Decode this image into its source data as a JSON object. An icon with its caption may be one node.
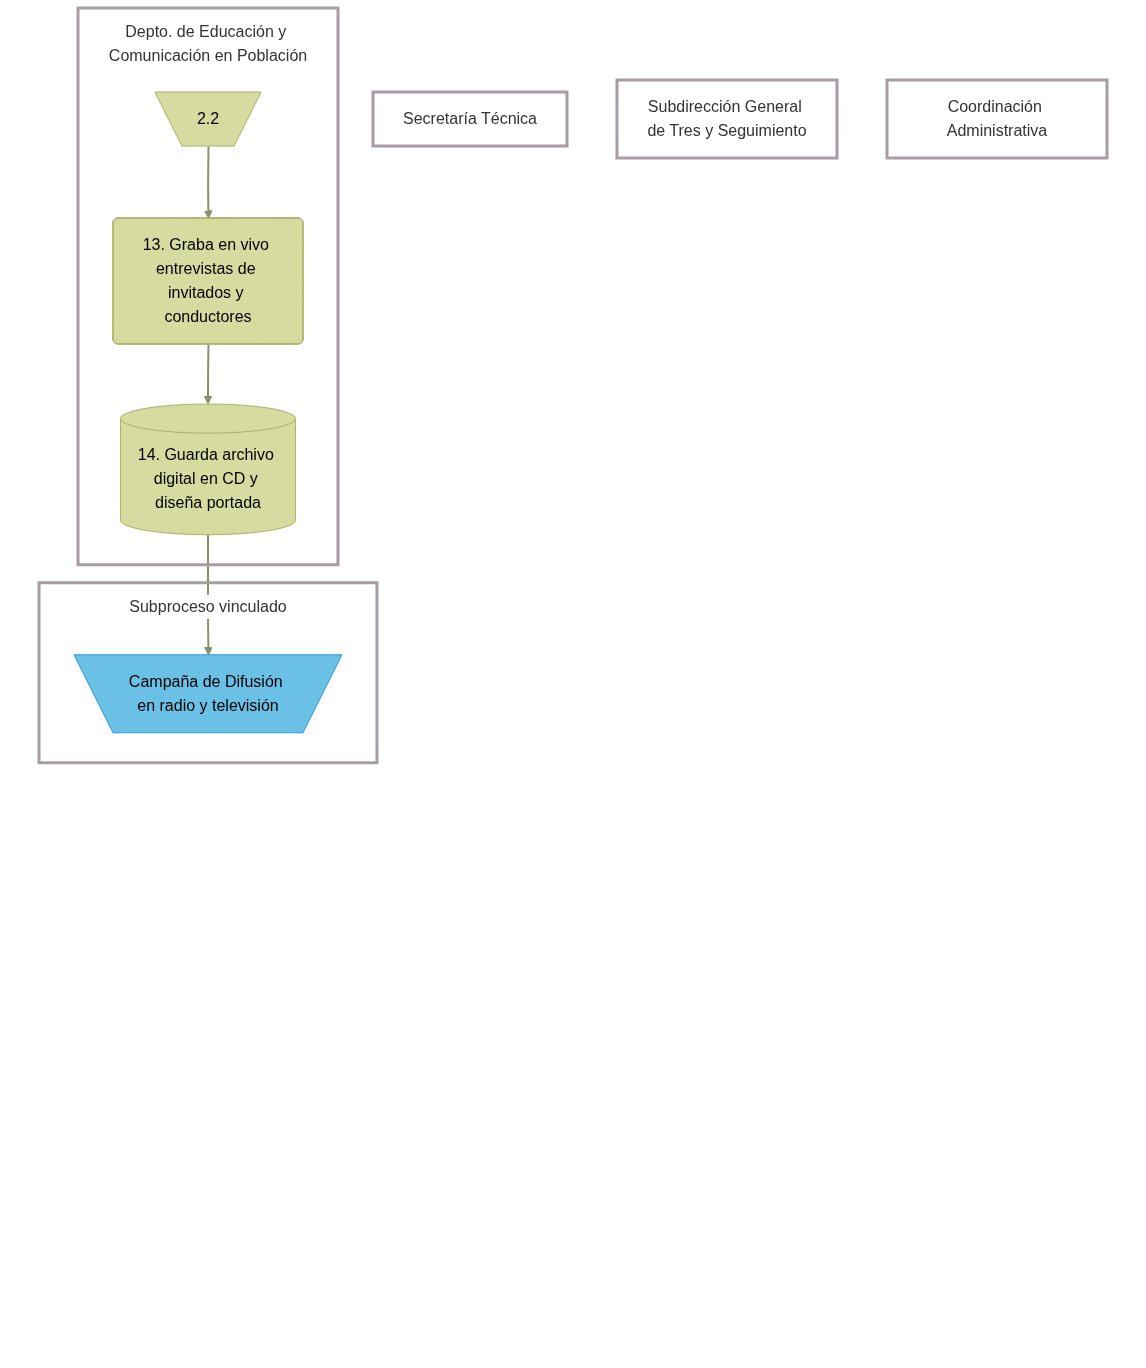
{
  "diagram": {
    "nodes": [
      {
        "text": [
          "Depto. de Educación y Comunicación en Población"
        ]
      },
      {
        "text": [
          "Secretaría Técnica"
        ]
      },
      {
        "text": [
          "Subdirección General de Tres y Seguimiento"
        ]
      },
      {
        "text": [
          "Coordinación Administrativa"
        ]
      },
      {
        "text": [
          "Subproceso vinculado"
        ]
      },
      {
        "text": [
          "2.2"
        ],
        "in": 0
      },
      {
        "text": [
          "13. Graba en vivo entrevistas de invitados y conductores"
        ],
        "in": 0
      },
      {
        "text": [
          "14. Guarda archivo digital en CD y diseña portada"
        ],
        "in": 0
      },
      {
        "text": [
          "Campaña de Difusión en radio y televisión"
        ],
        "in": 4
      }
    ],
    "edges": [
      {
        "from": 5,
        "to": 6,
        "arrow": "to"
      },
      {
        "from": 6,
        "to": 7,
        "arrow": "to"
      },
      {
        "from": 7,
        "to": 8,
        "arrow": "to"
      }
    ]
  }
}
